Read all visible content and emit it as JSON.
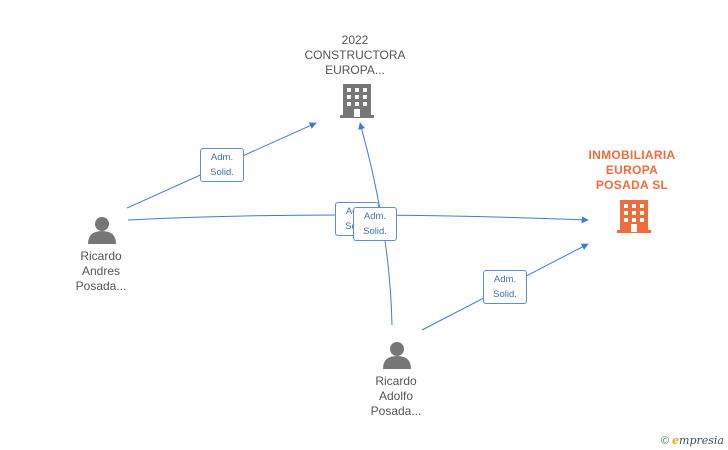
{
  "nodes": {
    "company_top": {
      "lines": [
        "2022",
        "CONSTRUCTORA",
        "EUROPA..."
      ],
      "icon": "building-icon",
      "color": "#777777"
    },
    "company_main": {
      "lines": [
        "INMOBILIARIA",
        "EUROPA",
        "POSADA  SL"
      ],
      "icon": "building-icon",
      "color": "#ee6d3a"
    },
    "person_left": {
      "lines": [
        "Ricardo",
        "Andres",
        "Posada..."
      ],
      "icon": "person-icon",
      "color": "#777777"
    },
    "person_bottom": {
      "lines": [
        "Ricardo",
        "Adolfo",
        "Posada..."
      ],
      "icon": "person-icon",
      "color": "#777777"
    }
  },
  "edges": [
    {
      "from": "person_left",
      "to": "company_top",
      "label": [
        "Adm.",
        "Solid."
      ]
    },
    {
      "from": "person_left",
      "to": "company_main",
      "label": [
        "Adm.",
        "Solid."
      ]
    },
    {
      "from": "person_bottom",
      "to": "company_top",
      "label": [
        "Adm.",
        "Solid."
      ]
    },
    {
      "from": "person_bottom",
      "to": "company_main",
      "label": [
        "Adm.",
        "Solid."
      ]
    }
  ],
  "edge_color": "#3d7bd9",
  "footer": {
    "copyright": "©",
    "brand_initial": "e",
    "brand_rest": "mpresia"
  }
}
